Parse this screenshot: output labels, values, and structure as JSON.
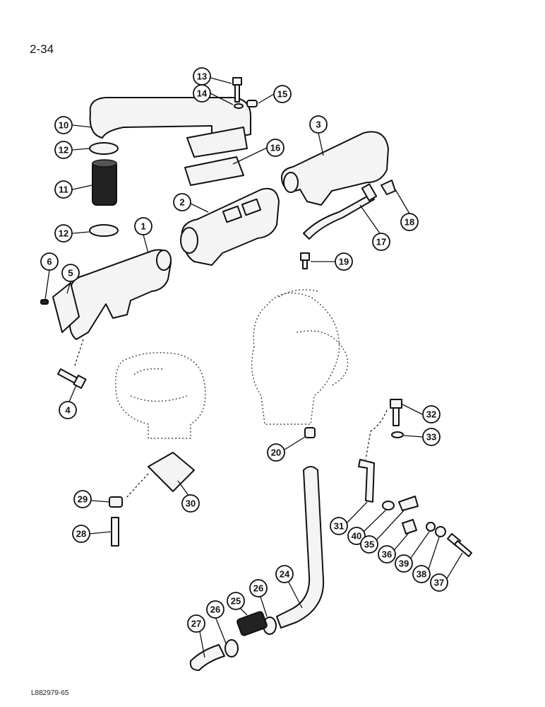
{
  "page_number": "2-34",
  "figure_code": "L882979-65",
  "callouts": [
    {
      "id": "c13",
      "label": "13"
    },
    {
      "id": "c14",
      "label": "14"
    },
    {
      "id": "c15",
      "label": "15"
    },
    {
      "id": "c10",
      "label": "10"
    },
    {
      "id": "c3",
      "label": "3"
    },
    {
      "id": "c12a",
      "label": "12"
    },
    {
      "id": "c16",
      "label": "16"
    },
    {
      "id": "c11",
      "label": "11"
    },
    {
      "id": "c18",
      "label": "18"
    },
    {
      "id": "c2",
      "label": "2"
    },
    {
      "id": "c17",
      "label": "17"
    },
    {
      "id": "c12b",
      "label": "12"
    },
    {
      "id": "c1",
      "label": "1"
    },
    {
      "id": "c19",
      "label": "19"
    },
    {
      "id": "c6",
      "label": "6"
    },
    {
      "id": "c5",
      "label": "5"
    },
    {
      "id": "c4",
      "label": "4"
    },
    {
      "id": "c32",
      "label": "32"
    },
    {
      "id": "c33",
      "label": "33"
    },
    {
      "id": "c20",
      "label": "20"
    },
    {
      "id": "c29",
      "label": "29"
    },
    {
      "id": "c30",
      "label": "30"
    },
    {
      "id": "c31",
      "label": "31"
    },
    {
      "id": "c40",
      "label": "40"
    },
    {
      "id": "c35",
      "label": "35"
    },
    {
      "id": "c28",
      "label": "28"
    },
    {
      "id": "c36",
      "label": "36"
    },
    {
      "id": "c39",
      "label": "39"
    },
    {
      "id": "c38",
      "label": "38"
    },
    {
      "id": "c37",
      "label": "37"
    },
    {
      "id": "c24",
      "label": "24"
    },
    {
      "id": "c26a",
      "label": "26"
    },
    {
      "id": "c26b",
      "label": "26"
    },
    {
      "id": "c25",
      "label": "25"
    },
    {
      "id": "c27",
      "label": "27"
    }
  ]
}
